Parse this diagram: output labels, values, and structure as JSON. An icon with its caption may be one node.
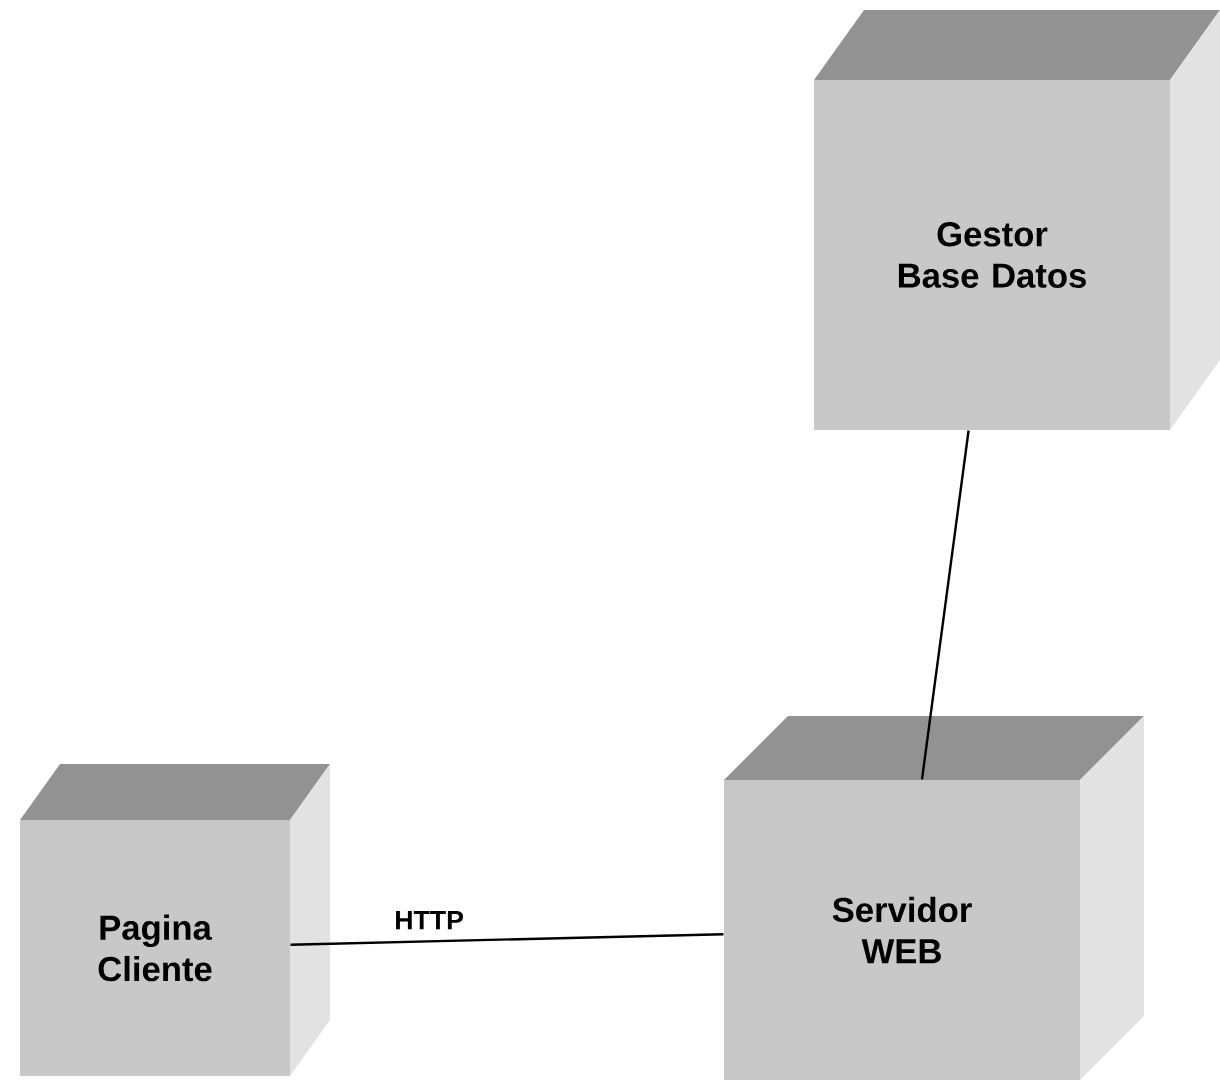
{
  "diagram": {
    "nodes": [
      {
        "text": [
          "Gestor Base Datos"
        ]
      },
      {
        "text": [
          "Servidor WEB"
        ]
      },
      {
        "text": [
          "Pagina Cliente"
        ]
      }
    ],
    "edges": [
      {
        "from": 0,
        "to": 1,
        "arrow": "none"
      },
      {
        "from": 2,
        "to": 1,
        "arrow": "none",
        "label": "HTTP"
      }
    ]
  }
}
